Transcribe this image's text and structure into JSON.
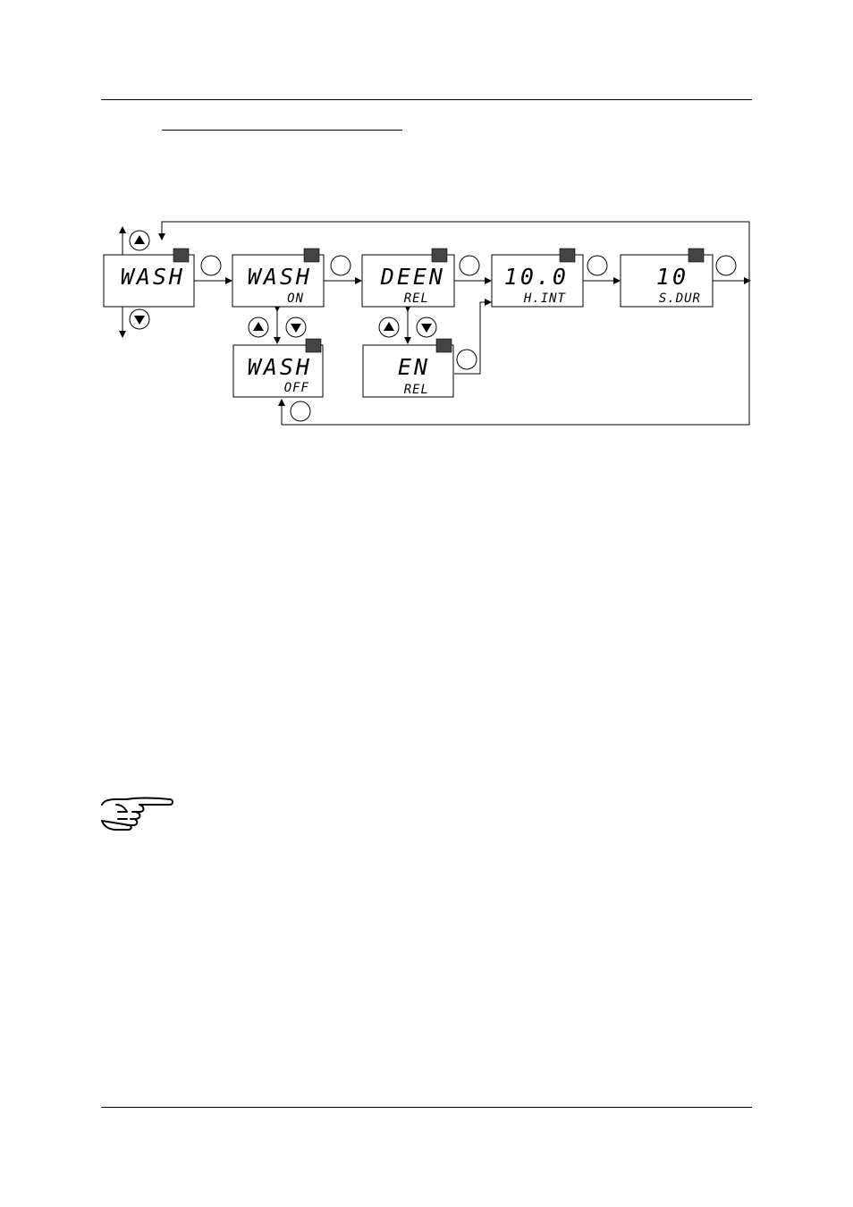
{
  "displays": [
    {
      "id": "wash-menu",
      "main": "WASH",
      "sub": ""
    },
    {
      "id": "wash-on",
      "main": "WASH",
      "sub": "ON"
    },
    {
      "id": "deen-rel",
      "main": "DEEN",
      "sub": "REL"
    },
    {
      "id": "hint",
      "main": "10.0",
      "sub": "H.INT"
    },
    {
      "id": "sdur",
      "main": "10",
      "sub": "S.DUR"
    },
    {
      "id": "wash-off",
      "main": "WASH",
      "sub": "OFF"
    },
    {
      "id": "en-rel",
      "main": "EN",
      "sub": "REL"
    }
  ],
  "icons": {
    "up": "up-arrow-button-icon",
    "down": "down-arrow-button-icon",
    "enter": "enter-button-icon",
    "indicator": "indicator-square-icon",
    "note": "pointing-hand-icon"
  },
  "colors": {
    "indicator": "#444444",
    "line": "#000000"
  }
}
